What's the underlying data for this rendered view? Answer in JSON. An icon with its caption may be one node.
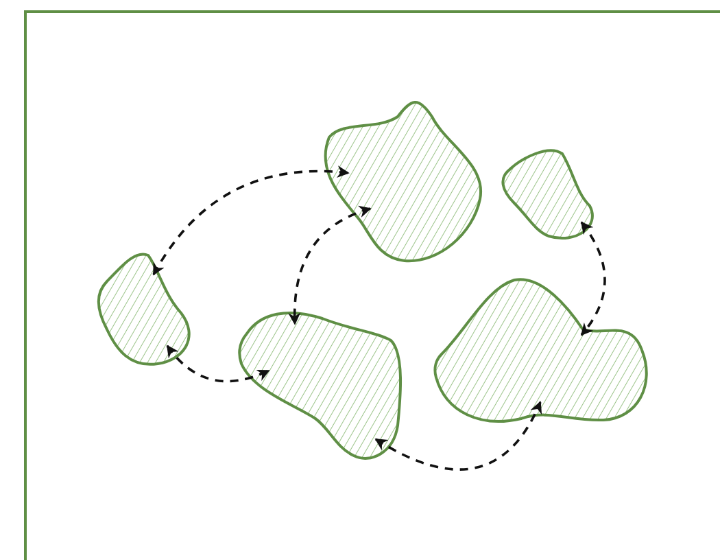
{
  "diagram": {
    "nodes": [
      {
        "text": [],
        "shape": "blob"
      },
      {
        "text": [],
        "shape": "blob"
      },
      {
        "text": [],
        "shape": "blob"
      },
      {
        "text": [],
        "shape": "blob"
      },
      {
        "text": [],
        "shape": "blob"
      }
    ],
    "edges": [
      {
        "from": 2,
        "to": 0,
        "arrow": "both",
        "style": "dashed"
      },
      {
        "from": 0,
        "to": 4,
        "arrow": "both",
        "style": "dashed"
      },
      {
        "from": 2,
        "to": 4,
        "arrow": "both",
        "style": "dashed"
      },
      {
        "from": 4,
        "to": 3,
        "arrow": "both",
        "style": "dashed"
      },
      {
        "from": 1,
        "to": 3,
        "arrow": "both",
        "style": "dashed"
      }
    ]
  }
}
